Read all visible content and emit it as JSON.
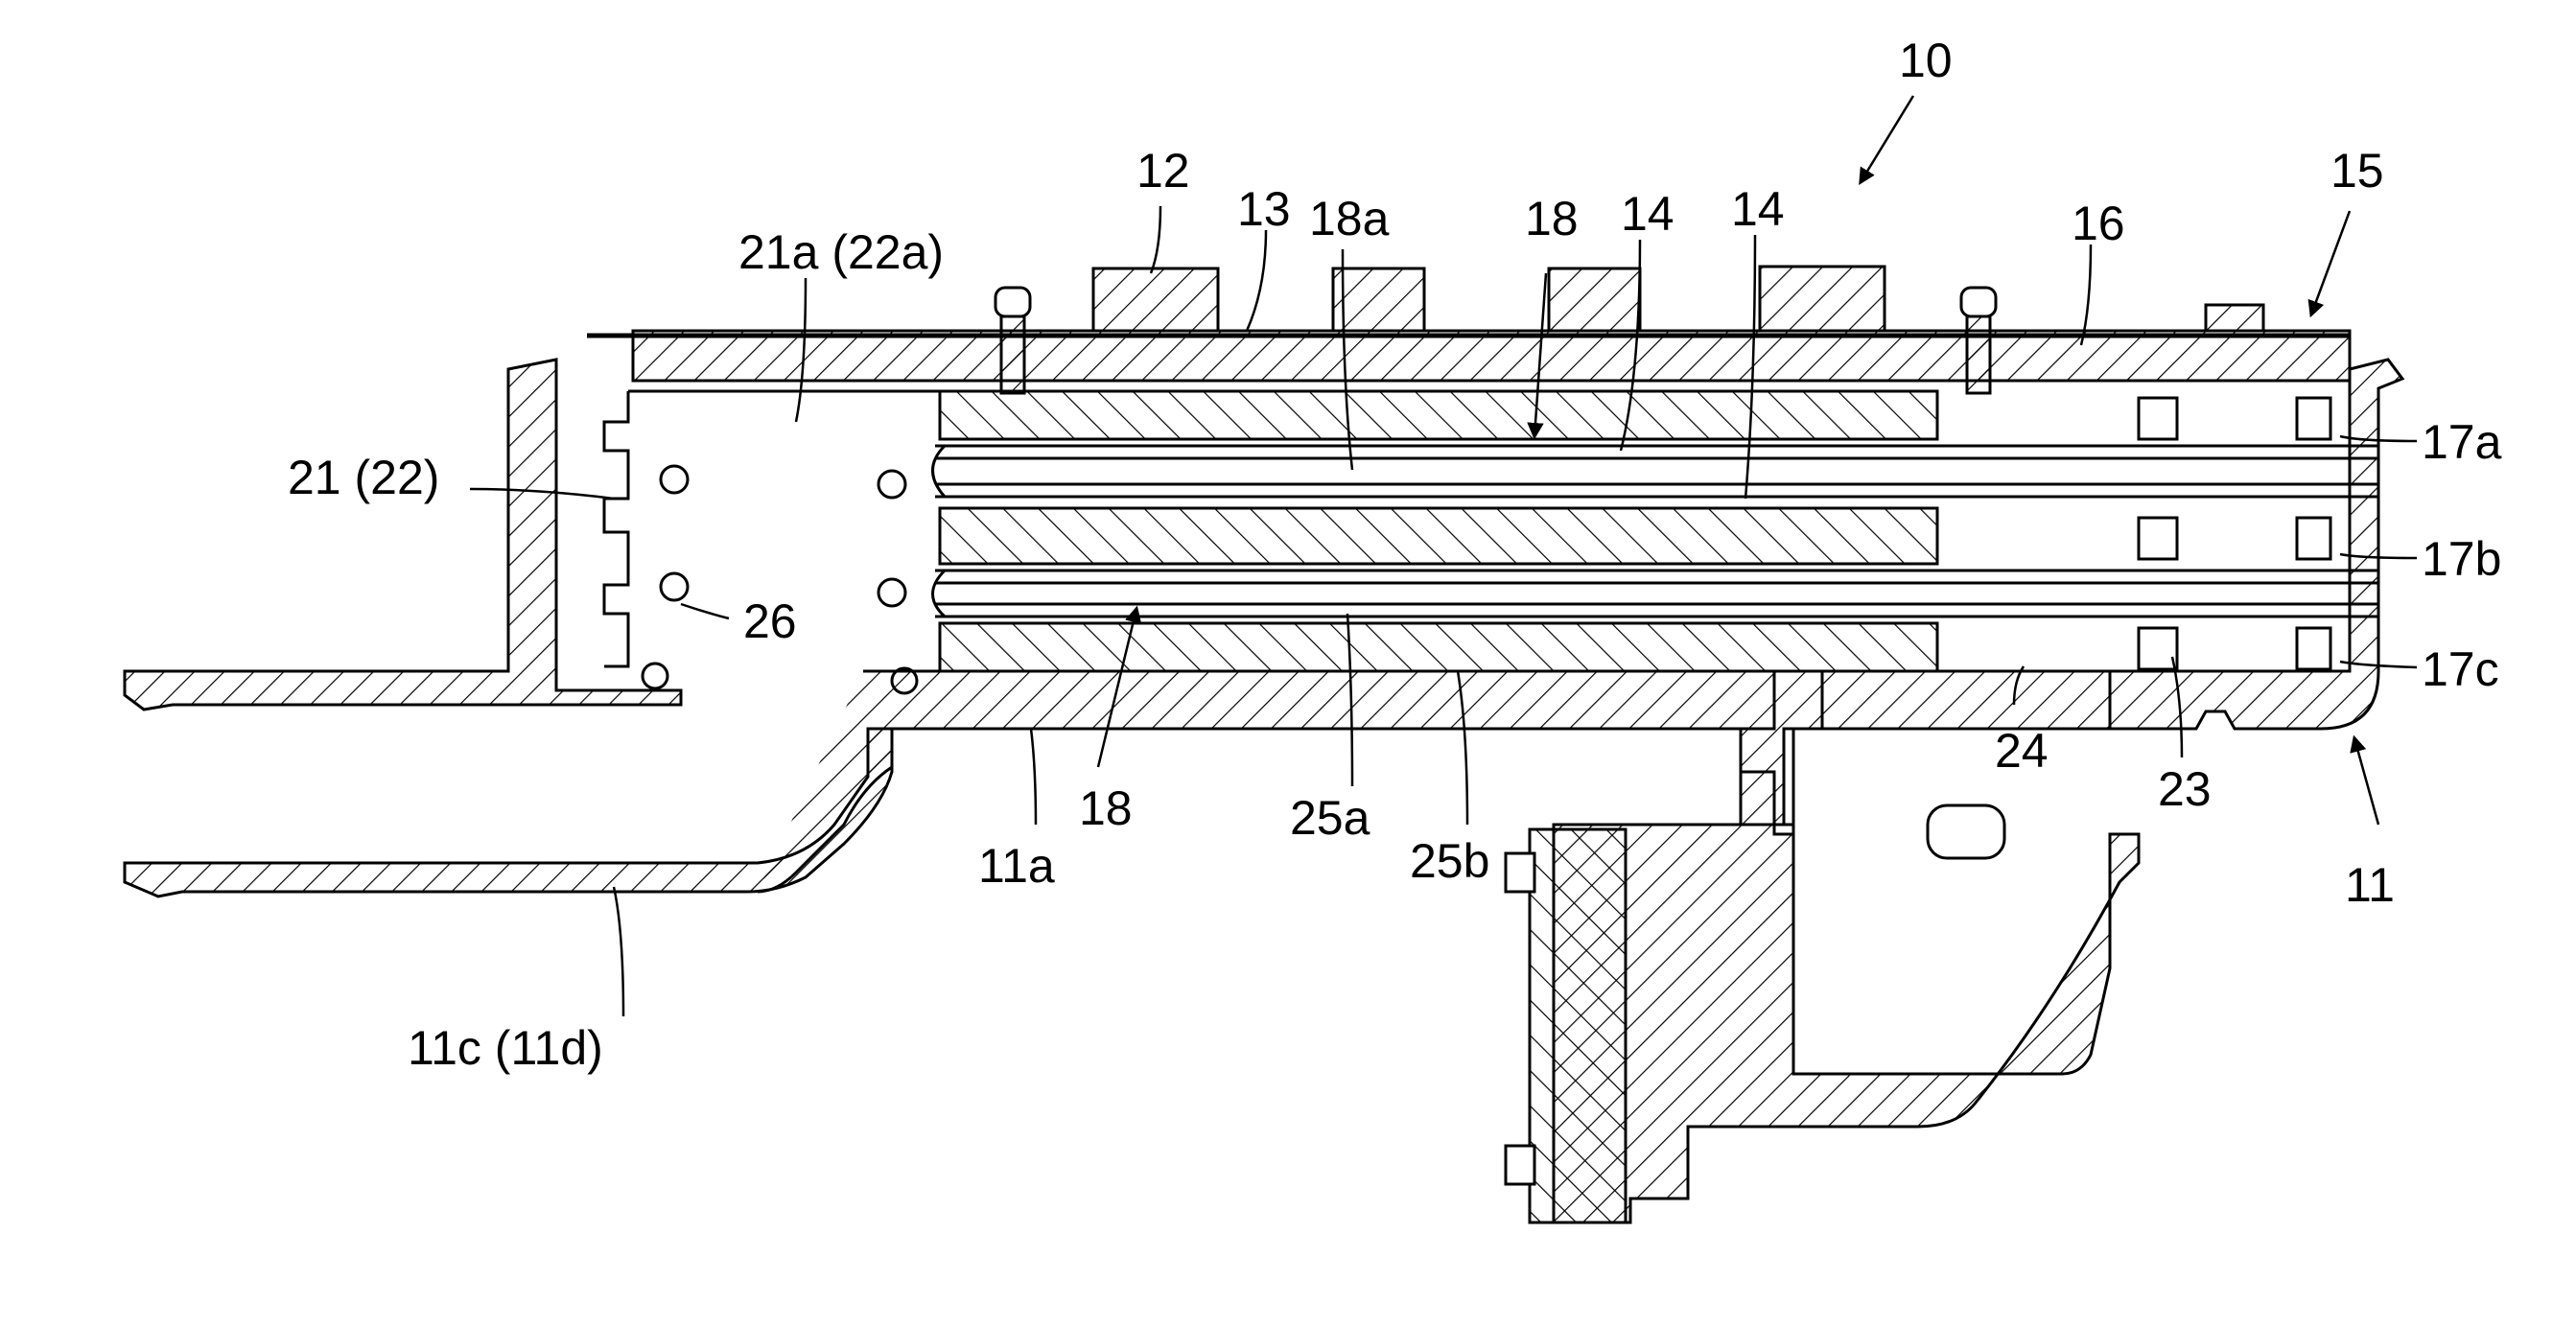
{
  "figure": {
    "labels": {
      "l10": "10",
      "l12": "12",
      "l13": "13",
      "l18a": "18a",
      "l18_top": "18",
      "l14_a": "14",
      "l14_b": "14",
      "l15": "15",
      "l16": "16",
      "l21a": "21a (22a)",
      "l21": "21 (22)",
      "l26": "26",
      "l17a": "17a",
      "l17b": "17b",
      "l17c": "17c",
      "l18_bottom": "18",
      "l11a": "11a",
      "l25a": "25a",
      "l25b": "25b",
      "l24": "24",
      "l23": "23",
      "l11": "11",
      "l11c": "11c (11d)"
    }
  }
}
